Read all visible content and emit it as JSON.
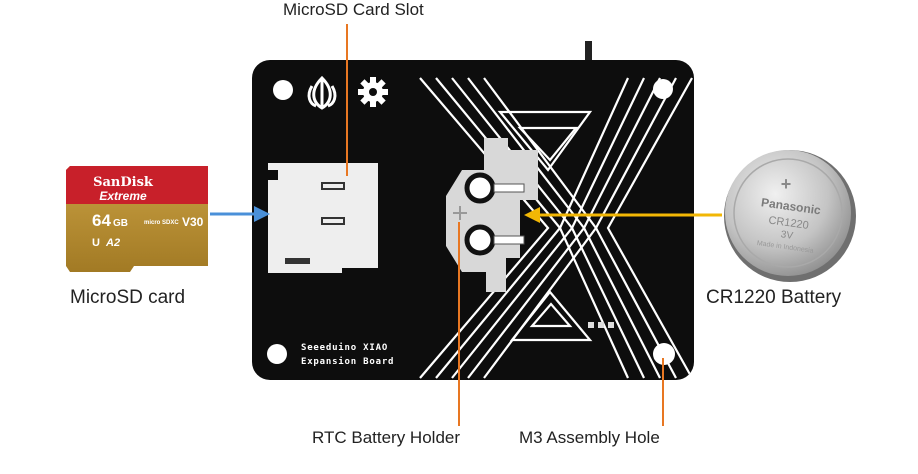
{
  "labels": {
    "microsd_slot": "MicroSD Card Slot",
    "microsd_card": "MicroSD card",
    "battery": "CR1220 Battery",
    "rtc_holder": "RTC Battery Holder",
    "m3_hole": "M3 Assembly Hole"
  },
  "board": {
    "text_line1": "Seeeduino XIAO",
    "text_line2": "Expansion Board"
  },
  "sd_card": {
    "brand": "SanDisk",
    "line": "Extreme",
    "capacity": "64",
    "capacity_unit": "GB",
    "speed_class": "V30",
    "app_class": "A2",
    "uhs_mark": "U",
    "sdxc_mark": "micro SDXC"
  },
  "battery": {
    "brand": "Panasonic",
    "model": "CR1220",
    "voltage": "3V",
    "origin": "Made in Indonesia",
    "polarity": "+"
  },
  "colors": {
    "board": "#0d0d0d",
    "slot_arrow": "#4a90d9",
    "battery_arrow": "#f2b705",
    "callout_line": "#e87722",
    "card_red": "#c8202a",
    "card_gold": "#b8902f",
    "battery_silver": "#c9c9c9"
  }
}
